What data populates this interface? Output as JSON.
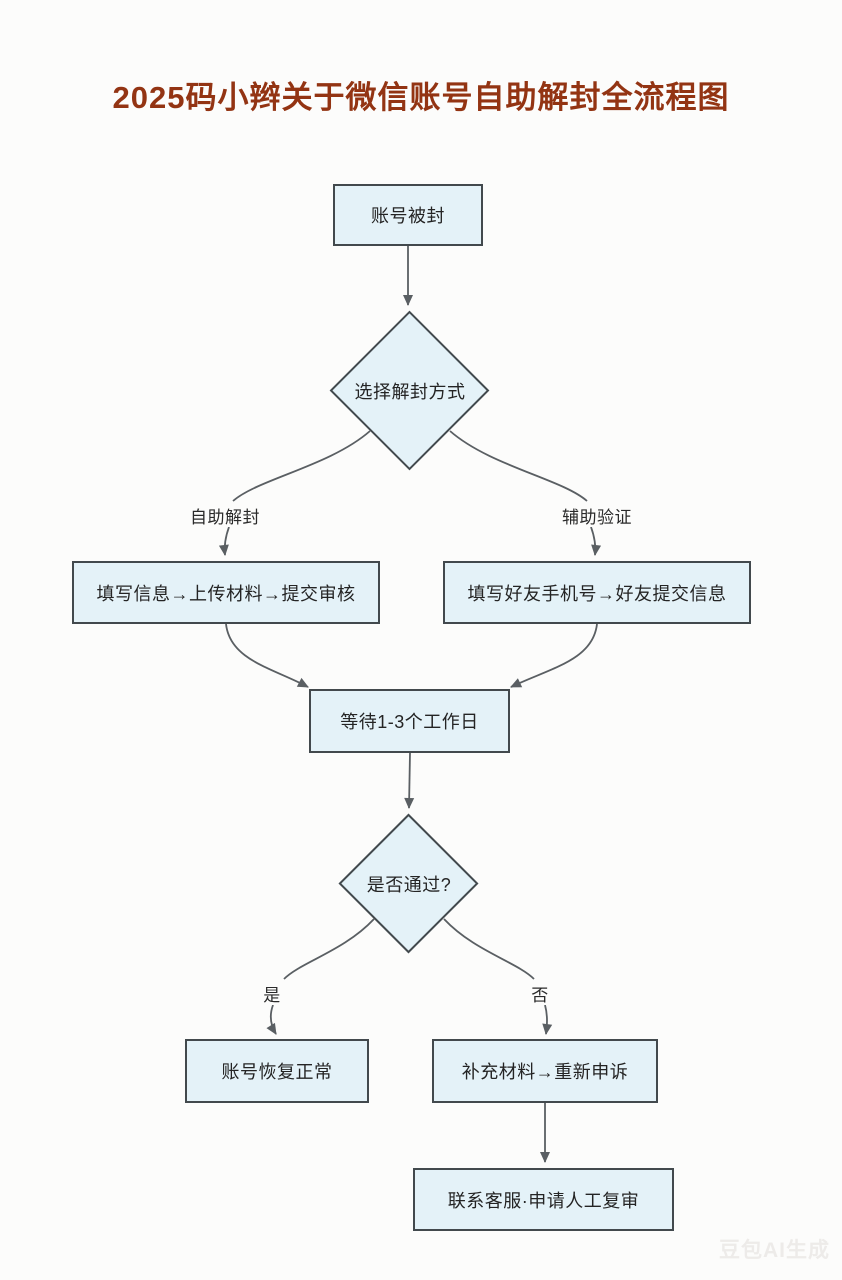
{
  "page": {
    "title": "2025码小辫关于微信账号自助解封全流程图",
    "watermark": "豆包AI生成"
  },
  "colors": {
    "title": "#933413",
    "node_fill": "#e4f2f8",
    "node_border": "#42494d",
    "connector": "#5a5f63",
    "node_text": "#242424"
  },
  "flowchart": {
    "nodes": {
      "start": {
        "shape": "rect",
        "label": "账号被封"
      },
      "choose": {
        "shape": "diamond",
        "label": "选择解封方式"
      },
      "self": {
        "shape": "rect",
        "label": "填写信息→上传材料→提交审核"
      },
      "friend": {
        "shape": "rect",
        "label": "填写好友手机号→好友提交信息"
      },
      "wait": {
        "shape": "rect",
        "label": "等待1-3个工作日"
      },
      "passed": {
        "shape": "diamond",
        "label": "是否通过?"
      },
      "restored": {
        "shape": "rect",
        "label": "账号恢复正常"
      },
      "resubmit": {
        "shape": "rect",
        "label": "补充材料→重新申诉"
      },
      "support": {
        "shape": "rect",
        "label": "联系客服·申请人工复审"
      }
    },
    "edge_labels": {
      "self_branch": "自助解封",
      "assist_branch": "辅助验证",
      "yes": "是",
      "no": "否"
    },
    "edges": [
      {
        "from": "start",
        "to": "choose",
        "label": ""
      },
      {
        "from": "choose",
        "to": "self",
        "label": "自助解封"
      },
      {
        "from": "choose",
        "to": "friend",
        "label": "辅助验证"
      },
      {
        "from": "self",
        "to": "wait",
        "label": ""
      },
      {
        "from": "friend",
        "to": "wait",
        "label": ""
      },
      {
        "from": "wait",
        "to": "passed",
        "label": ""
      },
      {
        "from": "passed",
        "to": "restored",
        "label": "是"
      },
      {
        "from": "passed",
        "to": "resubmit",
        "label": "否"
      },
      {
        "from": "resubmit",
        "to": "support",
        "label": ""
      }
    ]
  }
}
